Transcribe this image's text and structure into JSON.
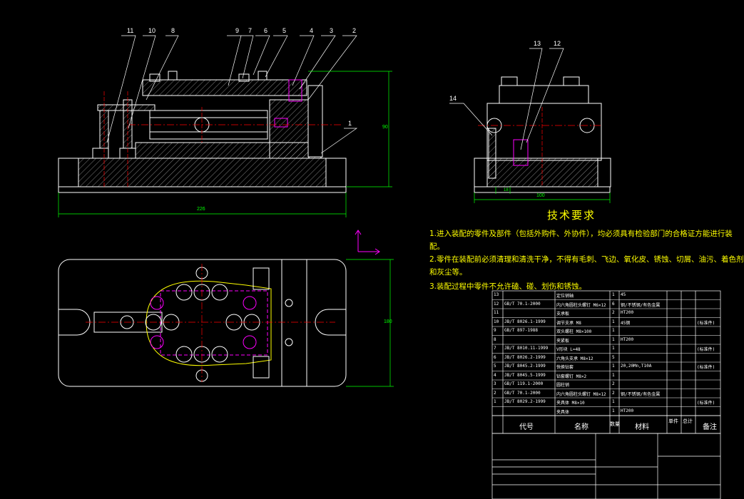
{
  "part_labels_front": [
    "11",
    "10",
    "8",
    "9",
    "7",
    "6",
    "5",
    "4",
    "3",
    "2",
    "1"
  ],
  "part_labels_side": [
    "13",
    "12",
    "14"
  ],
  "dimensions": {
    "overall_length": "226",
    "height": "90",
    "side_width": "100",
    "side_small": "18",
    "plan_height": "180"
  },
  "tech_requirements": {
    "title": "技术要求",
    "lines": [
      "1.进入装配的零件及部件（包括外购件、外协件），均必须具有检验部门的合格证方能进行装",
      "配。",
      "2.零件在装配前必须清理和清洗干净，不得有毛刺、飞边、氧化皮、锈蚀、切屑、油污、着色剂",
      "和灰尘等。",
      "3.装配过程中零件不允许磕、碰、划伤和锈蚀。"
    ]
  },
  "bom": {
    "rows": [
      {
        "no": "13",
        "code": "",
        "name": "定位销轴",
        "qty": "1",
        "mat": "45",
        "note": ""
      },
      {
        "no": "12",
        "code": "GB/T 70.1-2000",
        "name": "内六角圆柱头螺钉 M6×12",
        "qty": "6",
        "mat": "钢/不锈钢/有色金属",
        "note": ""
      },
      {
        "no": "11",
        "code": "",
        "name": "支承板",
        "qty": "2",
        "mat": "HT200",
        "note": ""
      },
      {
        "no": "10",
        "code": "JB/T 8026.1-1999",
        "name": "调节支承 M8",
        "qty": "1",
        "mat": "45钢",
        "note": "(标准件)"
      },
      {
        "no": "9",
        "code": "GB/T 897-1988",
        "name": "双头螺柱 M8×100",
        "qty": "1",
        "mat": "",
        "note": ""
      },
      {
        "no": "8",
        "code": "",
        "name": "夹紧板",
        "qty": "1",
        "mat": "HT200",
        "note": ""
      },
      {
        "no": "7",
        "code": "JB/T 8010.11-1999",
        "name": "V形块 L=48",
        "qty": "1",
        "mat": "",
        "note": "(标准件)"
      },
      {
        "no": "6",
        "code": "JB/T 8026.2-1999",
        "name": "六角头支承 M8×12",
        "qty": "5",
        "mat": "",
        "note": ""
      },
      {
        "no": "5",
        "code": "JB/T 8045.2-1999",
        "name": "快换钻套",
        "qty": "1",
        "mat": "20,20Mn,T10A",
        "note": "(标准件)"
      },
      {
        "no": "4",
        "code": "JB/T 8045.5-1999",
        "name": "钻套螺钉 M8×2",
        "qty": "1",
        "mat": "",
        "note": ""
      },
      {
        "no": "3",
        "code": "GB/T 119.1-2000",
        "name": "圆柱销",
        "qty": "2",
        "mat": "",
        "note": ""
      },
      {
        "no": "2",
        "code": "GB/T 70.1-2000",
        "name": "内六角圆柱头螺钉 M8×12",
        "qty": "2",
        "mat": "钢/不锈钢/有色金属",
        "note": ""
      },
      {
        "no": "1",
        "code": "JB/T 8029.2-1999",
        "name": "夹具体 M8×10",
        "qty": "1",
        "mat": "",
        "note": "(标准件)"
      },
      {
        "no": "",
        "code": "",
        "name": "夹具体",
        "qty": "1",
        "mat": "HT200",
        "note": ""
      }
    ],
    "header": {
      "code": "代号",
      "name": "名称",
      "qty": "数量",
      "mat": "材料",
      "weight1": "单件",
      "weight2": "总计",
      "note": "备注"
    }
  },
  "colors": {
    "line": "#ffffff",
    "hatch": "#ffffff",
    "dim": "#00ff00",
    "center": "#ff0000",
    "magenta": "#ff00ff",
    "yellow": "#ffff00",
    "cyan": "#00ffff"
  }
}
